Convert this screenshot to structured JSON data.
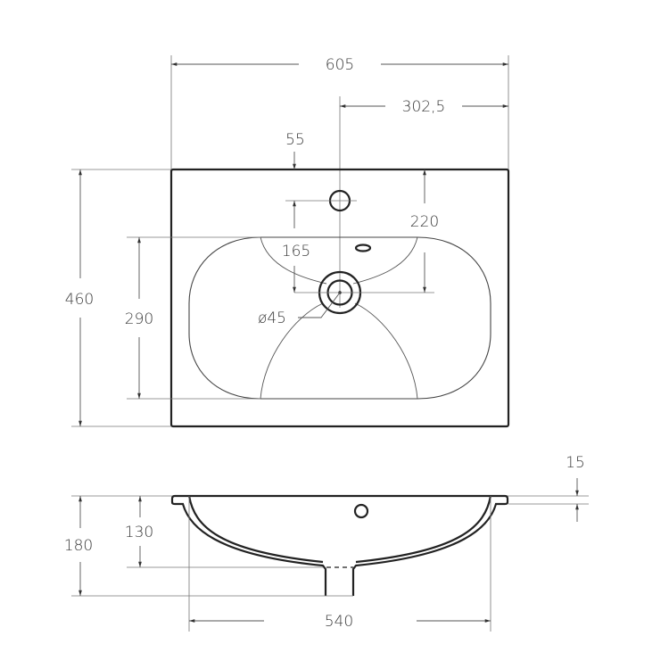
{
  "drawing": {
    "title": "Washbasin technical drawing",
    "colors": {
      "line": "#222222",
      "dim_line": "#555555",
      "text": "#3a3a3a",
      "background": "#ffffff"
    },
    "top_view": {
      "dimensions": {
        "overall_width": "605",
        "half_width": "302,5",
        "tap_hole_offset": "55",
        "drain_offset": "165",
        "drain_from_back": "220",
        "overall_depth": "460",
        "bowl_depth": "290",
        "drain_diameter": "ø45"
      }
    },
    "side_view": {
      "dimensions": {
        "rim_thickness": "15",
        "bowl_height": "130",
        "overall_height": "180",
        "bowl_width": "540"
      }
    }
  }
}
